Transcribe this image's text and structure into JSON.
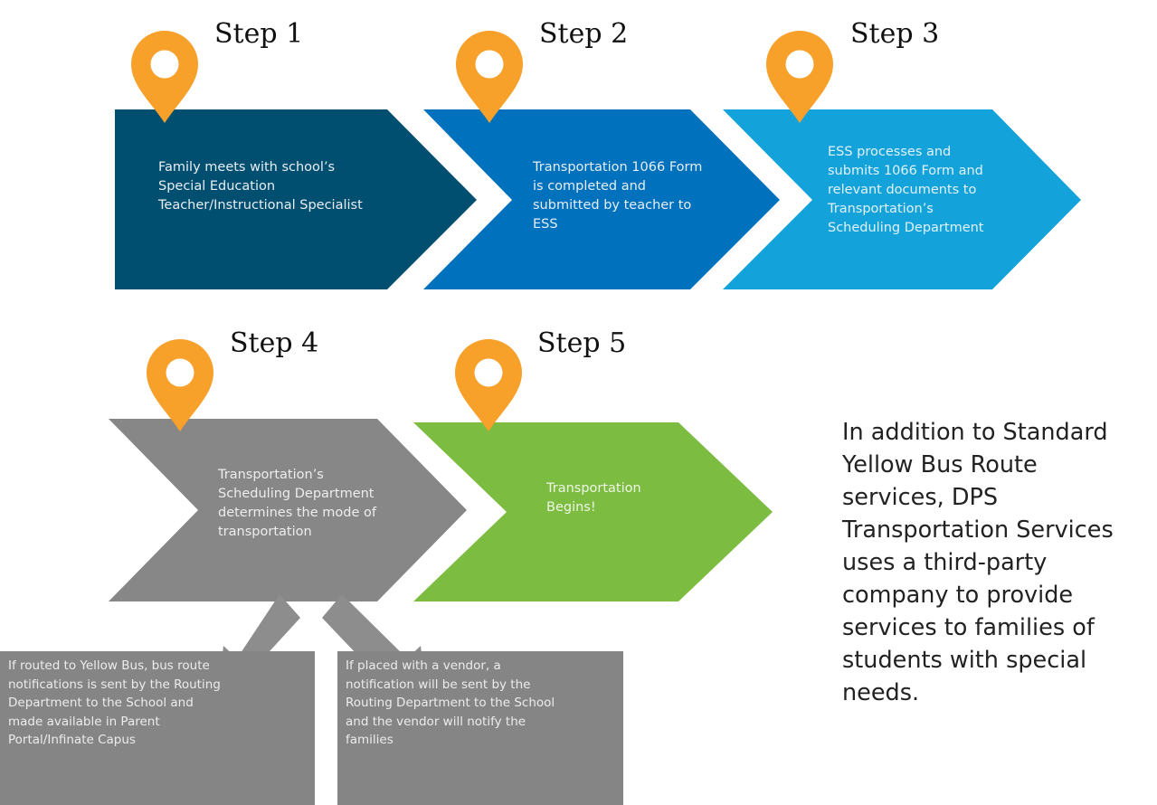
{
  "steps": [
    {
      "title": "Step 1",
      "text": "Family meets with school’s\nSpecial Education\nTeacher/Instructional Specialist",
      "color": "#004f71"
    },
    {
      "title": "Step 2",
      "text": "Transportation 1066 Form\nis completed and\nsubmitted by teacher to\nESS",
      "color": "#0071bc"
    },
    {
      "title": "Step 3",
      "text": "ESS processes and\nsubmits 1066 Form and\nrelevant documents to\nTransportation’s\nScheduling Department",
      "color": "#14a2db"
    },
    {
      "title": "Step 4",
      "text": "Transportation’s\nScheduling Department\ndetermines the mode of\ntransportation",
      "color": "#878787"
    },
    {
      "title": "Step 5",
      "text": "Transportation\nBegins!",
      "color": "#7cbc41"
    }
  ],
  "outcomes": [
    {
      "text": "If routed to Yellow Bus, bus route\nnotifications is sent by the Routing\nDepartment to the School and\nmade available in Parent\nPortal/Infinate Capus"
    },
    {
      "text": "If placed with a vendor, a\nnotification will be sent by the\nRouting Department to the School\nand the vendor will notify the\nfamilies"
    }
  ],
  "side_note": "In addition to Standard\nYellow Bus Route\nservices, DPS\nTransportation Services\nuses a third-party\ncompany to provide\nservices to families of\nstudents with special\nneeds.",
  "colors": {
    "pin": "#f7a02a",
    "arrow": "#8d8d8d",
    "outcome_box": "#858585"
  },
  "icons": {
    "marker": "map-pin-icon",
    "branch": "arrow-down-icon"
  }
}
